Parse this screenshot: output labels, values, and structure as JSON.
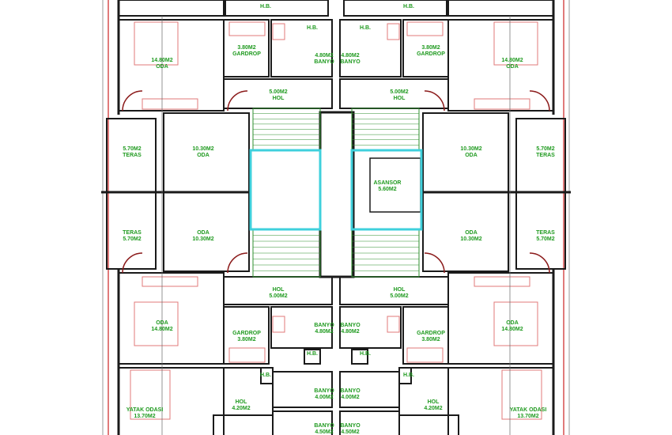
{
  "title": "Floor plan (kat planı)",
  "colors": {
    "wall": "#1a1a1a",
    "furniture": "#e07a7a",
    "label": "#1f9a1f",
    "stair": "#2f8f2f",
    "core": "#3fd0dc",
    "door": "#8b1a1a"
  },
  "rooms": [
    {
      "name": "ODA",
      "area": "14.80M2",
      "order": "area-first"
    },
    {
      "name": "GARDROP",
      "area": "3.80M2",
      "order": "area-first"
    },
    {
      "name": "BANYO",
      "area": "4.80M2",
      "order": "area-first"
    },
    {
      "name": "HOL",
      "area": "5.00M2",
      "order": "area-first"
    },
    {
      "name": "H.B.",
      "area": ""
    },
    {
      "name": "H.B.",
      "area": ""
    },
    {
      "name": "ODA",
      "area": "14.80M2",
      "order": "area-first"
    },
    {
      "name": "GARDROP",
      "area": "3.80M2",
      "order": "area-first"
    },
    {
      "name": "BANYO",
      "area": "4.80M2",
      "order": "area-first"
    },
    {
      "name": "HOL",
      "area": "5.00M2",
      "order": "area-first"
    },
    {
      "name": "H.B.",
      "area": ""
    },
    {
      "name": "H.B.",
      "area": ""
    },
    {
      "name": "TERAS",
      "area": "5.70M2",
      "order": "area-first"
    },
    {
      "name": "ODA",
      "area": "10.30M2",
      "order": "area-first"
    },
    {
      "name": "ODA",
      "area": "10.30M2",
      "order": "area-first"
    },
    {
      "name": "TERAS",
      "area": "5.70M2",
      "order": "area-first"
    },
    {
      "name": "ASANSOR",
      "area": "5.60M2"
    },
    {
      "name": "TERAS",
      "area": "5.70M2"
    },
    {
      "name": "ODA",
      "area": "10.30M2"
    },
    {
      "name": "ODA",
      "area": "10.30M2"
    },
    {
      "name": "TERAS",
      "area": "5.70M2"
    },
    {
      "name": "HOL",
      "area": "5.00M2"
    },
    {
      "name": "HOL",
      "area": "5.00M2"
    },
    {
      "name": "ODA",
      "area": "14.80M2"
    },
    {
      "name": "GARDROP",
      "area": "3.80M2"
    },
    {
      "name": "BANYO",
      "area": "4.80M2"
    },
    {
      "name": "BANYO",
      "area": "4.80M2"
    },
    {
      "name": "GARDROP",
      "area": "3.80M2"
    },
    {
      "name": "ODA",
      "area": "14.80M2"
    },
    {
      "name": "H.B.",
      "area": ""
    },
    {
      "name": "H.B.",
      "area": ""
    },
    {
      "name": "H.B.",
      "area": ""
    },
    {
      "name": "H.B.",
      "area": ""
    },
    {
      "name": "YATAK ODASI",
      "area": "13.70M2"
    },
    {
      "name": "HOL",
      "area": "4.20M2"
    },
    {
      "name": "BANYO",
      "area": "4.00M2"
    },
    {
      "name": "BANYO",
      "area": "4.00M2"
    },
    {
      "name": "HOL",
      "area": "4.20M2"
    },
    {
      "name": "YATAK ODASI",
      "area": "13.70M2"
    },
    {
      "name": "BANYO",
      "area": "4.50M2"
    },
    {
      "name": "BANYO",
      "area": "4.50M2"
    }
  ]
}
